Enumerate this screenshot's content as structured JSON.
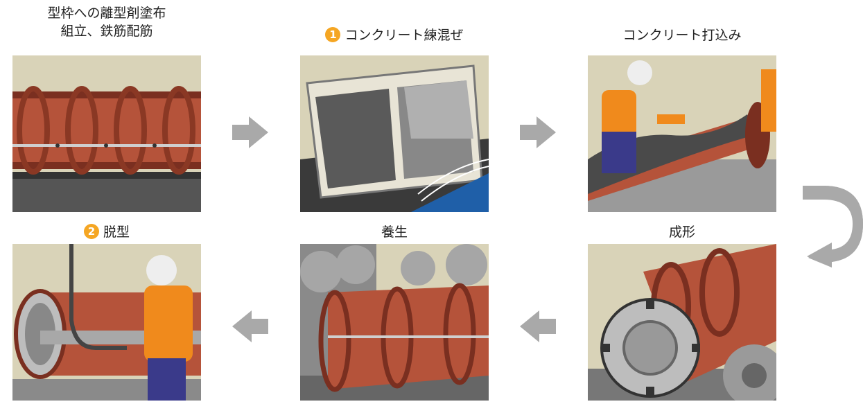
{
  "steps": [
    {
      "id": "mold-prep",
      "label_line1": "型枠への離型剤塗布",
      "label_line2": "組立、鉄筋配筋",
      "badge": ""
    },
    {
      "id": "mixing",
      "label_line1": "コンクリート練混ぜ",
      "badge": "1"
    },
    {
      "id": "pouring",
      "label_line1": "コンクリート打込み",
      "badge": ""
    },
    {
      "id": "forming",
      "label_line1": "成形",
      "badge": ""
    },
    {
      "id": "curing",
      "label_line1": "養生",
      "badge": ""
    },
    {
      "id": "demolding",
      "label_line1": "脱型",
      "badge": "2"
    }
  ],
  "colors": {
    "badge": "#f5a623",
    "arrow": "#a9a9a9",
    "pipe": "#b5533a",
    "pipe_dark": "#7a2f20",
    "concrete": "#4a4a4a",
    "worker_shirt": "#f08a1c",
    "worker_pants": "#3a3a8a",
    "wall": "#d9d3b8"
  },
  "arrows": [
    "arrow-right",
    "arrow-right",
    "arrow-curve-down",
    "arrow-left",
    "arrow-left"
  ]
}
